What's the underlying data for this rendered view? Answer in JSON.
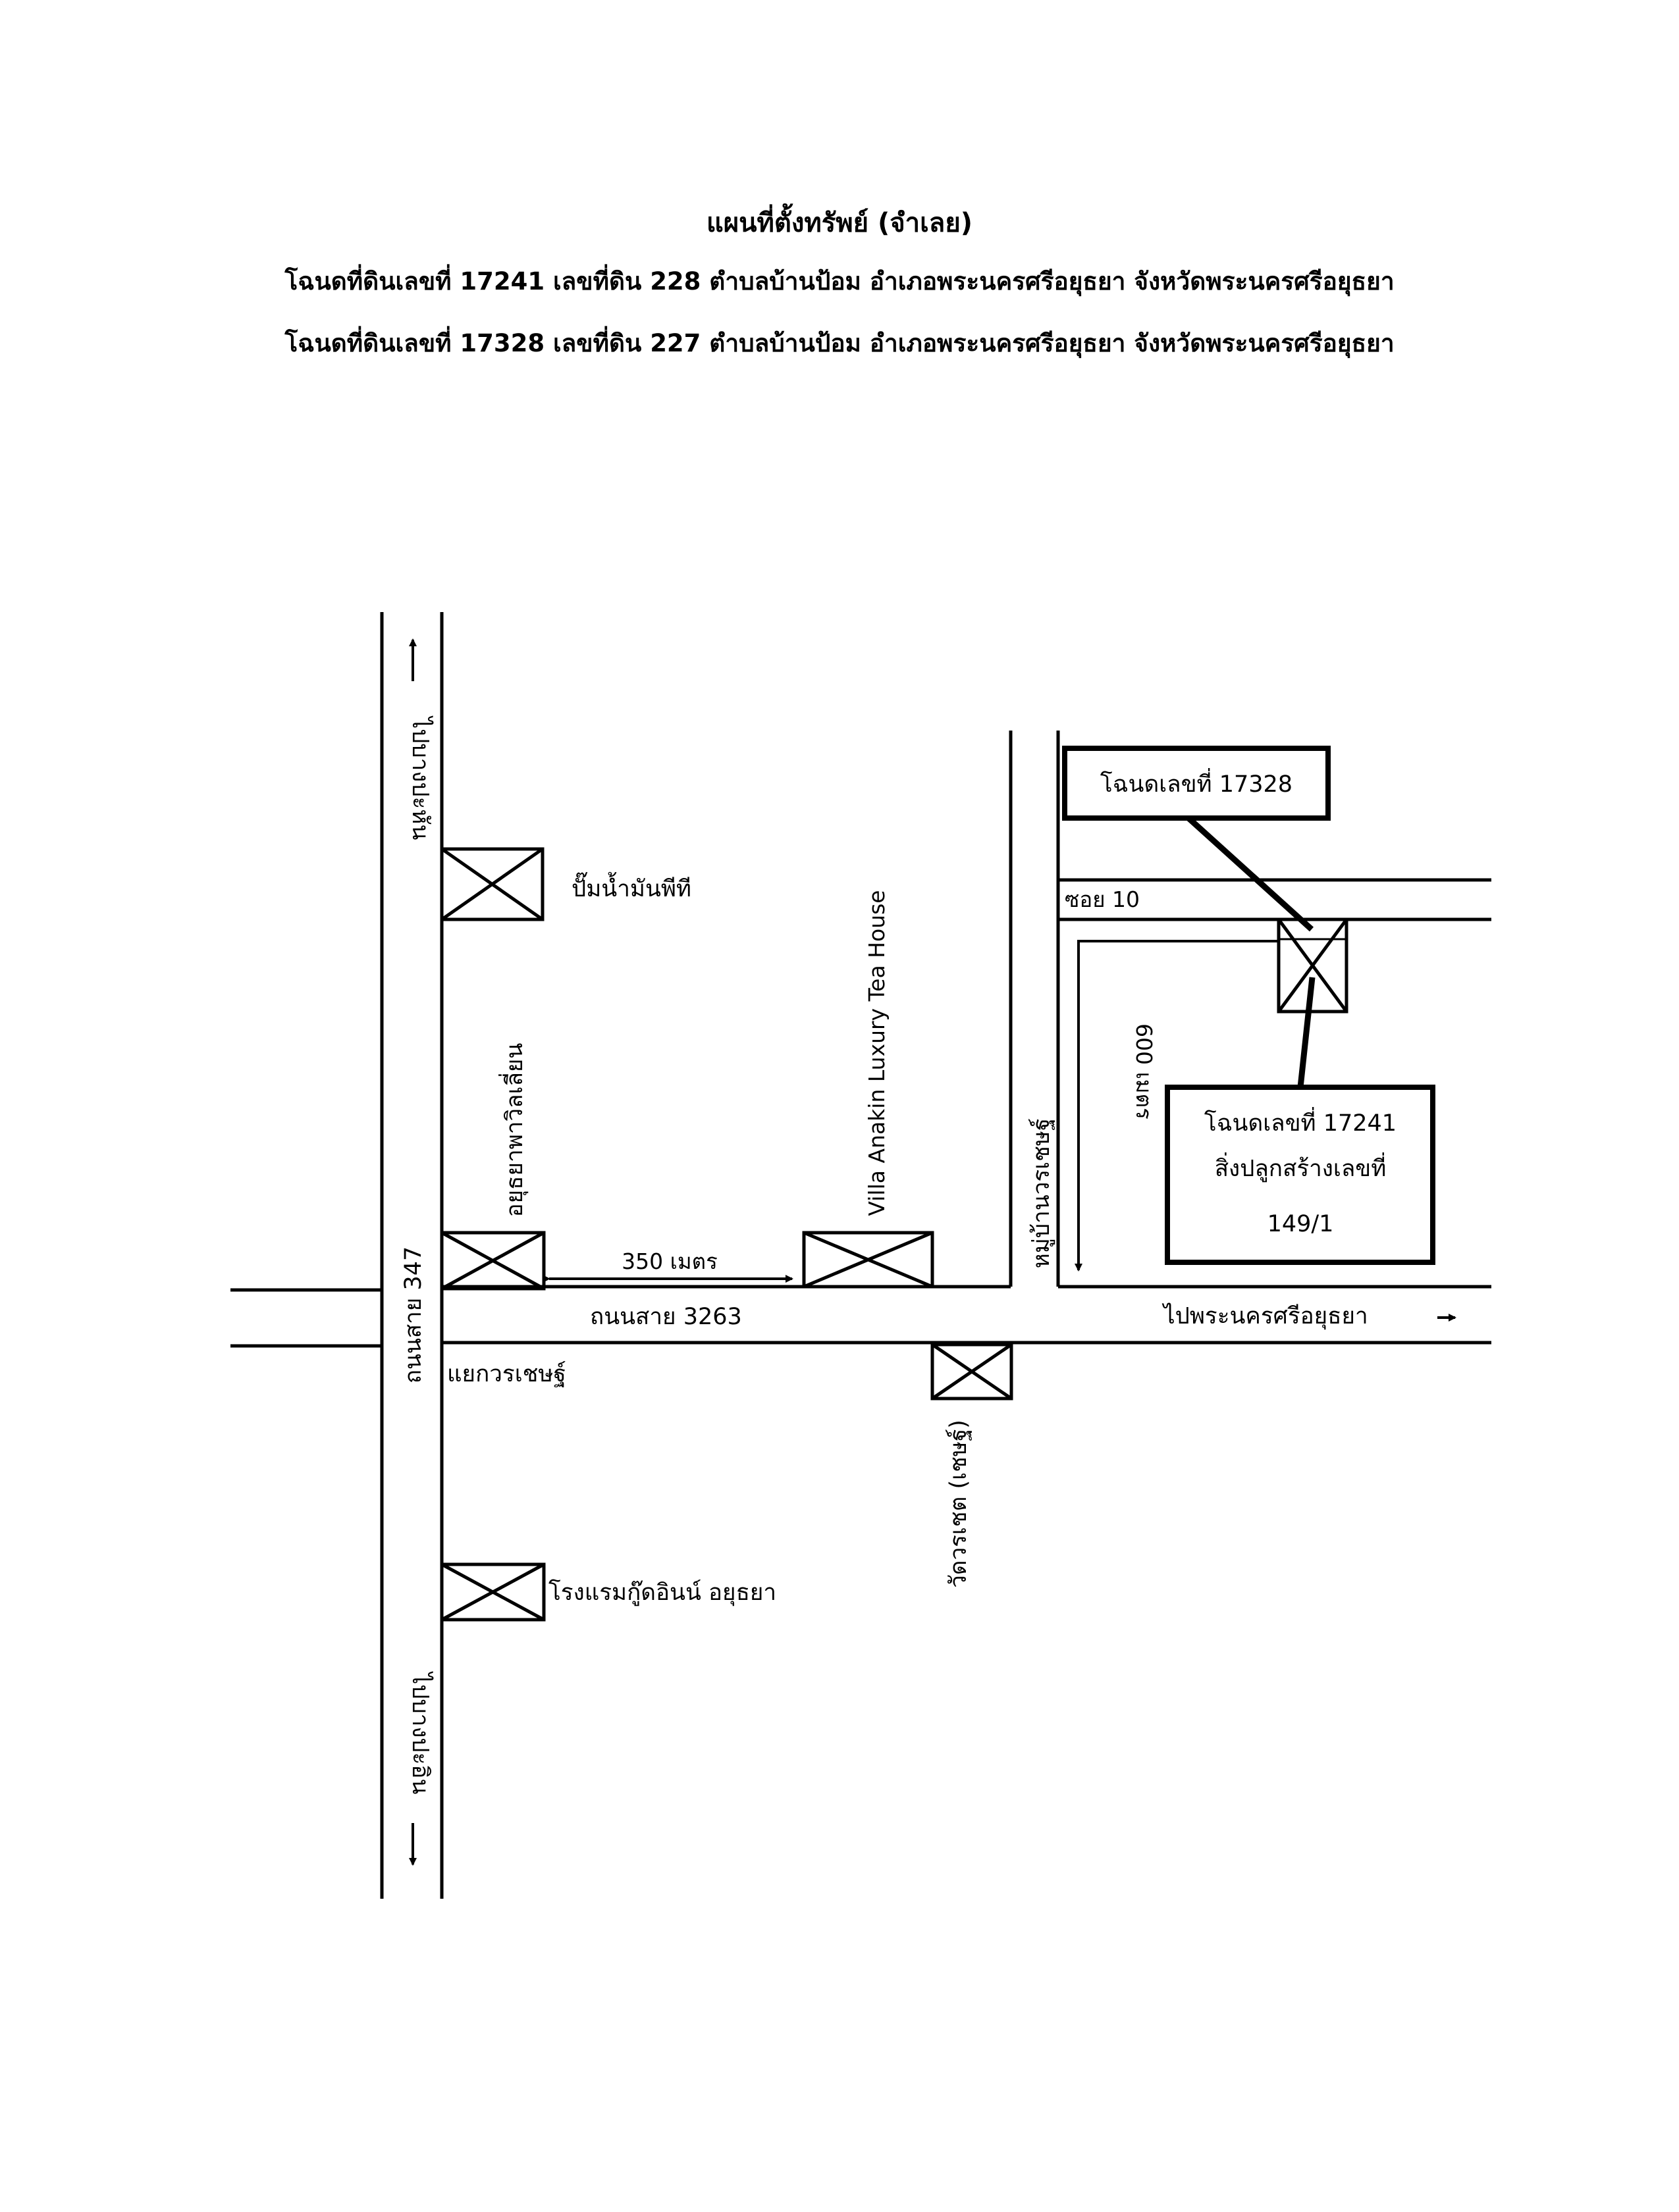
{
  "header": {
    "title": "แผนที่ตั้งทรัพย์ (จำเลย)",
    "line1": "โฉนดที่ดินเลขที่ 17241  เลขที่ดิน 228  ตำบลบ้านป้อม  อำเภอพระนครศรีอยุธยา  จังหวัดพระนครศรีอยุธยา",
    "line2": "โฉนดที่ดินเลขที่ 17328  เลขที่ดิน 227  ตำบลบ้านป้อม  อำเภอพระนครศรีอยุธยา  จังหวัดพระนครศรีอยุธยา"
  },
  "map": {
    "roads": {
      "road_347": "ถนนสาย 347",
      "road_3263": "ถนนสาย 3263",
      "soi": "ซอย 10",
      "village": "หมู่บ้านวรเชษฐ์"
    },
    "directions": {
      "north": "ไปบางปะหัน",
      "south": "ไปบางปะอิน",
      "east": "ไปพระนครศรีอยุธยา"
    },
    "junction": "แยกวรเชษฐ์",
    "distances": {
      "d350": "350 เมตร",
      "d600": "600 เมตร"
    },
    "landmarks": {
      "gas_station": "ปั๊มน้ำมันพีที",
      "pavilion": "อยุธยาพาวิลเลี่ยน",
      "villa": "Villa Anakin Luxury Tea House",
      "temple": "วัดวรเชต (เชษฐ์)",
      "hotel": "โรงแรมกู๊ดอินน์ อยุธยา"
    },
    "deed_17328": "โฉนดเลขที่ 17328",
    "deed_17241": {
      "line1": "โฉนดเลขที่ 17241",
      "line2": "สิ่งปลูกสร้างเลขที่",
      "line3": "149/1"
    }
  }
}
